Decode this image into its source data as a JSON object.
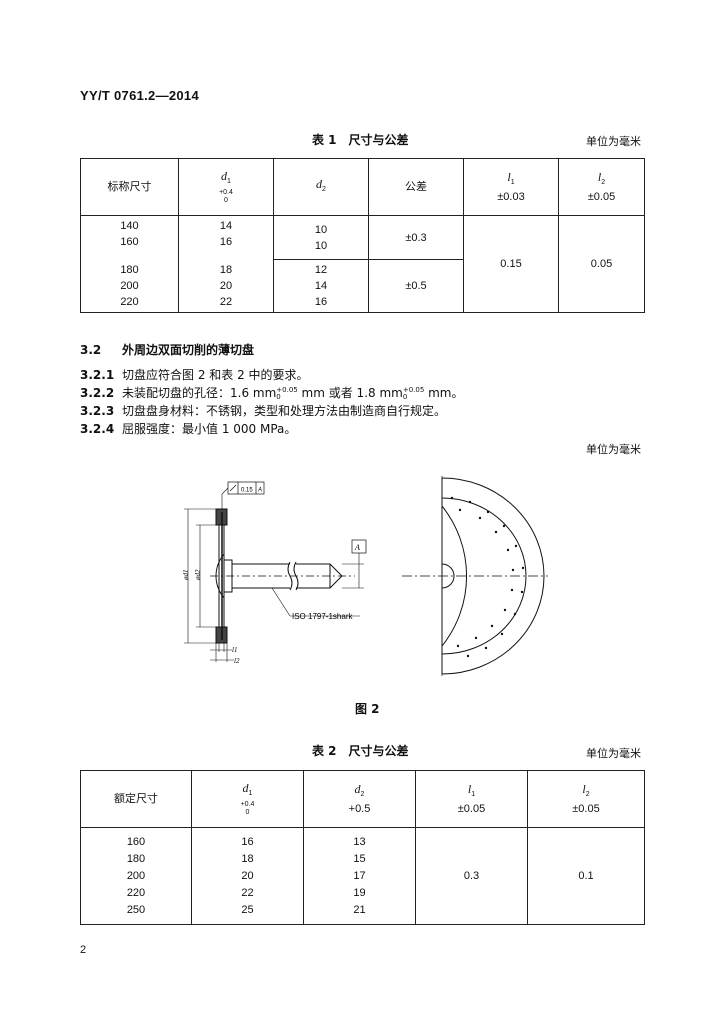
{
  "header": {
    "standard": "YY/T 0761.2—2014"
  },
  "table1": {
    "caption": "表 1　尺寸与公差",
    "unit": "单位为毫米",
    "headers": {
      "nominal": "标称尺寸",
      "d1": "d",
      "d1_sub": "1",
      "d1_tol_upper": "+0.4",
      "d1_tol_lower": "0",
      "d2": "d",
      "d2_sub": "2",
      "tolerance": "公差",
      "l1": "l",
      "l1_sub": "1",
      "l1_tol": "±0.03",
      "l2": "l",
      "l2_sub": "2",
      "l2_tol": "±0.05"
    },
    "group1": {
      "nominal": [
        "140",
        "160"
      ],
      "d1": [
        "14",
        "16"
      ],
      "d2": [
        "10",
        "10"
      ],
      "tol": "±0.3"
    },
    "group2": {
      "nominal": [
        "180",
        "200",
        "220"
      ],
      "d1": [
        "18",
        "20",
        "22"
      ],
      "d2": [
        "12",
        "14",
        "16"
      ],
      "tol": "±0.5"
    },
    "l1_value": "0.15",
    "l2_value": "0.05"
  },
  "section": {
    "heading_num": "3.2",
    "heading": "外周边双面切削的薄切盘",
    "items": [
      {
        "num": "3.2.1",
        "text": "切盘应符合图 2 和表 2 中的要求。"
      },
      {
        "num": "3.2.2",
        "text_a": "未装配切盘的孔径：1.6 mm",
        "sup_a": "+0.05",
        "sub_a": "0",
        "text_b": " mm 或者 1.8 mm",
        "sup_b": "+0.05",
        "sub_b": "0",
        "text_c": " mm。"
      },
      {
        "num": "3.2.3",
        "text": "切盘盘身材料：不锈钢，类型和处理方法由制造商自行规定。"
      },
      {
        "num": "3.2.4",
        "text": "屈服强度：最小值 1 000 MPa。"
      }
    ],
    "unit": "单位为毫米"
  },
  "figure": {
    "caption": "图 2",
    "flatness": "0.15",
    "datum": "A",
    "datum_ref": "A",
    "callout": "ISO 1797-1shark",
    "dim_d1": "ød1",
    "dim_d2": "ød2",
    "dim_l1": "l1",
    "dim_l2": "l2"
  },
  "table2": {
    "caption": "表 2　尺寸与公差",
    "unit": "单位为毫米",
    "headers": {
      "rated": "额定尺寸",
      "d1": "d",
      "d1_sub": "1",
      "d1_tol_upper": "+0.4",
      "d1_tol_lower": "0",
      "d2": "d",
      "d2_sub": "2",
      "d2_tol": "+0.5",
      "l1": "l",
      "l1_sub": "1",
      "l1_tol": "±0.05",
      "l2": "l",
      "l2_sub": "2",
      "l2_tol": "±0.05"
    },
    "rated": [
      "160",
      "180",
      "200",
      "220",
      "250"
    ],
    "d1": [
      "16",
      "18",
      "20",
      "22",
      "25"
    ],
    "d2": [
      "13",
      "15",
      "17",
      "19",
      "21"
    ],
    "l1_value": "0.3",
    "l2_value": "0.1"
  },
  "page_number": "2"
}
